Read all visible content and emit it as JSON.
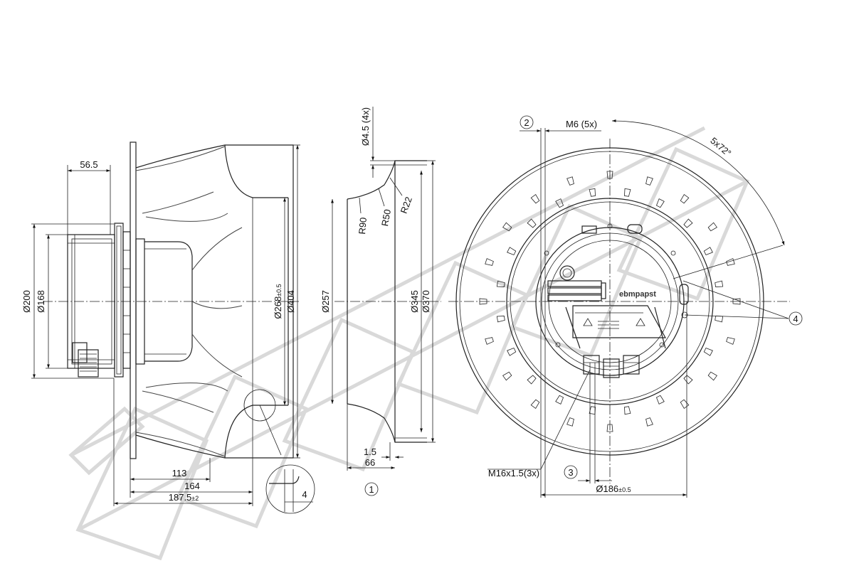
{
  "side_view": {
    "dim_56_5": "56.5",
    "dim_200": "Ø200",
    "dim_168": "Ø168",
    "dim_268": "Ø268",
    "dim_268_tol": "±0.5",
    "dim_404": "Ø404",
    "dim_113": "113",
    "dim_164": "164",
    "dim_187_5": "187.5",
    "dim_187_5_tol": "±2",
    "detail_4": "4"
  },
  "nozzle_view": {
    "dim_4_5": "Ø4.5 (4x)",
    "r22": "R22",
    "r50": "R50",
    "r90": "R90",
    "dim_257": "Ø257",
    "dim_345": "Ø345",
    "dim_370": "Ø370",
    "dim_1_5": "1.5",
    "dim_66": "66",
    "callout_1": "1"
  },
  "front_view": {
    "callout_2": "2",
    "m6": "M6 (5x)",
    "angle": "5x72°",
    "callout_4": "4",
    "m16": "M16x1.5(3x)",
    "callout_3": "3",
    "dim_186": "Ø186",
    "dim_186_tol": "±0.5",
    "brand": "ebmpapst"
  }
}
